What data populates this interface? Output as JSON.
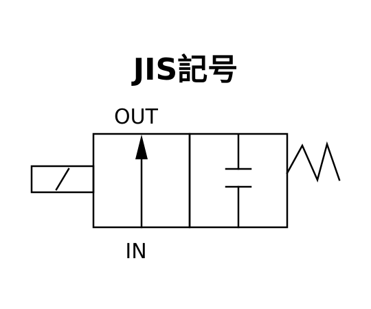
{
  "title": "JIS記号",
  "labels": {
    "out": "OUT",
    "in": "IN"
  },
  "symbol": {
    "actuator": "solenoid",
    "return": "spring",
    "positions": 2,
    "position_1": "flow-path-up",
    "position_2": "blocked"
  },
  "colors": {
    "line": "#000000",
    "background": "#ffffff"
  }
}
